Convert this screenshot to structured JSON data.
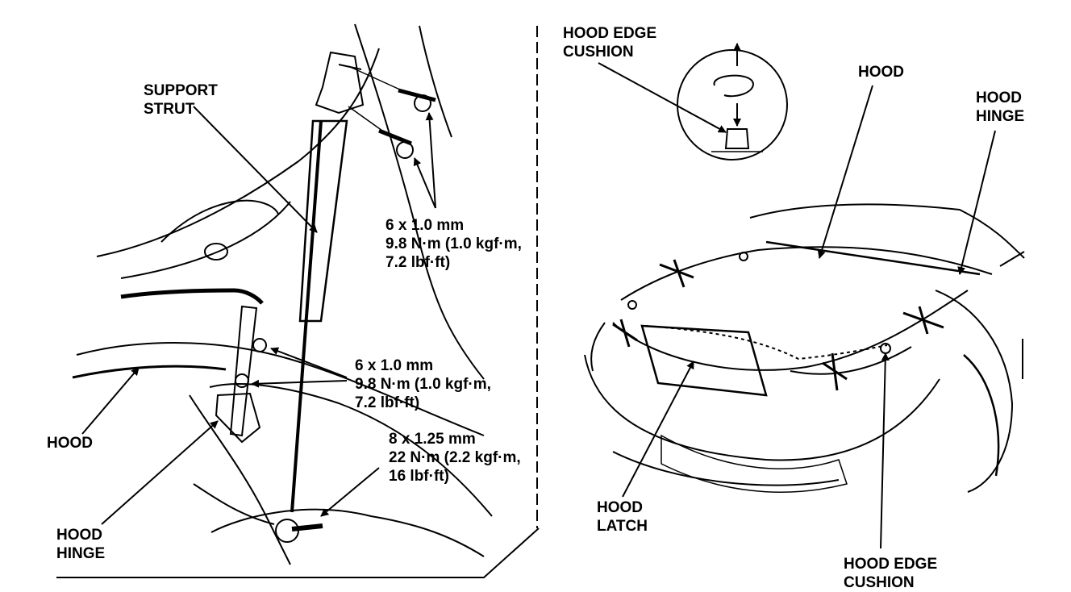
{
  "labels": {
    "support_strut": [
      "SUPPORT",
      "STRUT"
    ],
    "bolt_upper": [
      "6 x 1.0 mm",
      "9.8 N·m (1.0 kgf·m,",
      "7.2 lbf·ft)"
    ],
    "bolt_middle": [
      "6 x 1.0 mm",
      "9.8 N·m (1.0 kgf·m,",
      "7.2 lbf·ft)"
    ],
    "bolt_lower": [
      "8 x 1.25 mm",
      "22 N·m (2.2 kgf·m,",
      "16 lbf·ft)"
    ],
    "hood_left": [
      "HOOD"
    ],
    "hood_hinge_left": [
      "HOOD",
      "HINGE"
    ],
    "hood_edge_cushion_top": [
      "HOOD EDGE",
      "CUSHION"
    ],
    "hood_right": [
      "HOOD"
    ],
    "hood_hinge_right": [
      "HOOD",
      "HINGE"
    ],
    "hood_latch": [
      "HOOD",
      "LATCH"
    ],
    "hood_edge_cushion_bottom": [
      "HOOD EDGE",
      "CUSHION"
    ]
  }
}
